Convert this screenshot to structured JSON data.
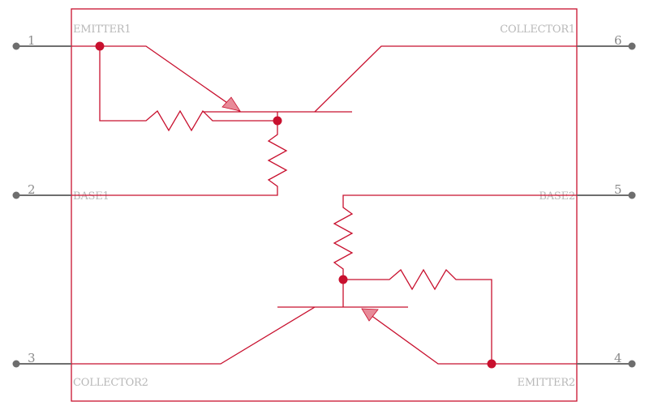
{
  "pins": [
    {
      "id": "pin-1",
      "number": "1",
      "name": "EMITTER1"
    },
    {
      "id": "pin-2",
      "number": "2",
      "name": "BASE1"
    },
    {
      "id": "pin-3",
      "number": "3",
      "name": "COLLECTOR2"
    },
    {
      "id": "pin-4",
      "number": "4",
      "name": "EMITTER2"
    },
    {
      "id": "pin-5",
      "number": "5",
      "name": "BASE2"
    },
    {
      "id": "pin-6",
      "number": "6",
      "name": "COLLECTOR1"
    }
  ],
  "colors": {
    "symbol": "#c8102e",
    "lead": "#6e6e6e",
    "pin_number_text": "#8a8a8a",
    "pin_name_text": "#b8b8b8",
    "arrow_fill": "#e88a98",
    "background": "#ffffff"
  }
}
